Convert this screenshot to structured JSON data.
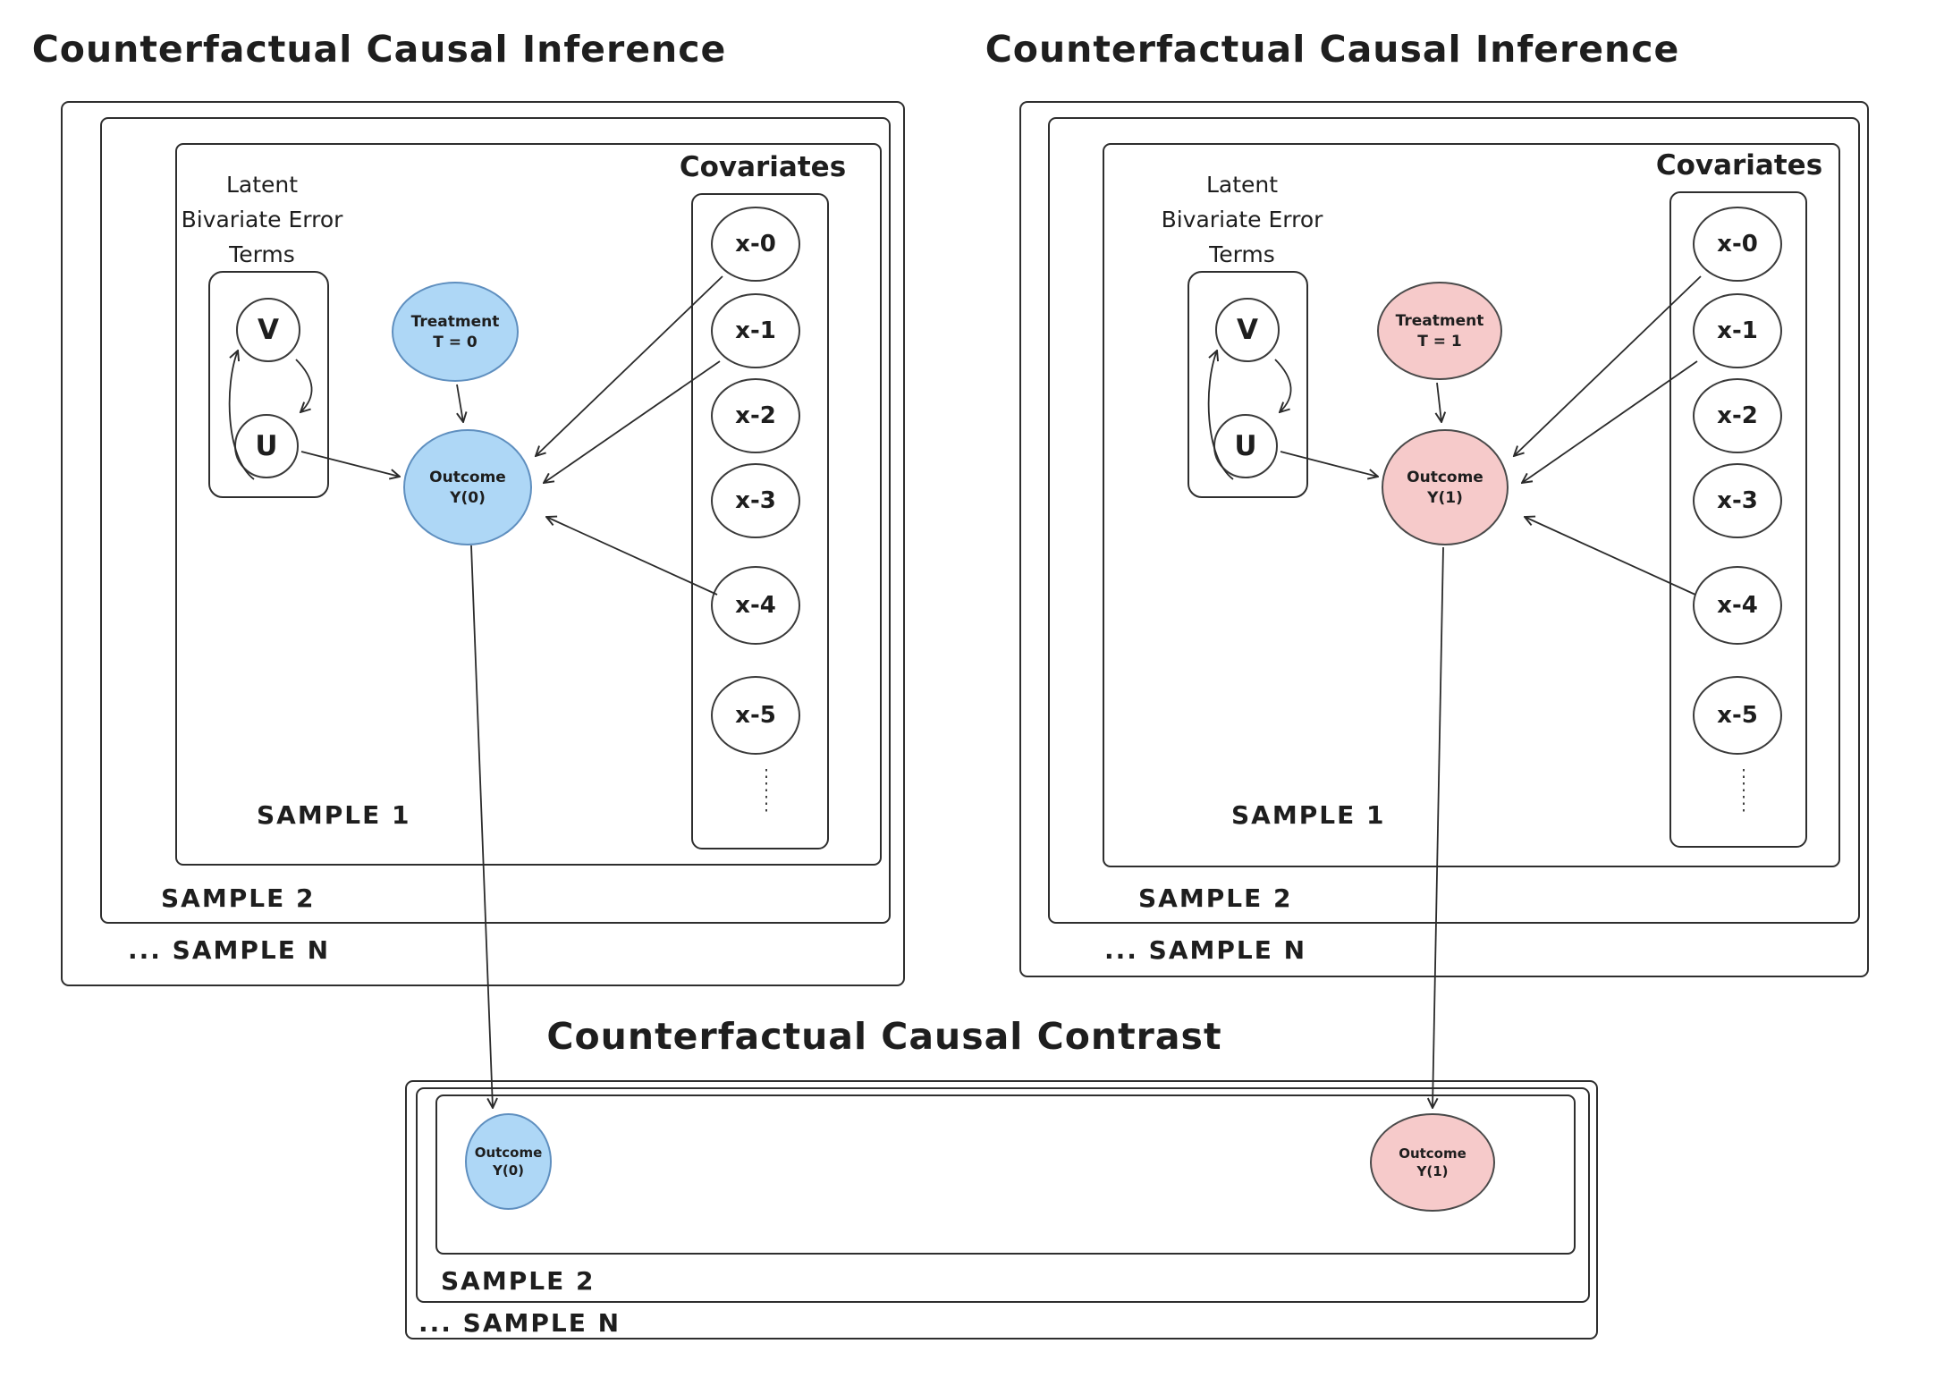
{
  "panels": {
    "left": {
      "title": "Counterfactual Causal Inference",
      "latent_lines": [
        "Latent",
        "Bivariate Error",
        "Terms"
      ],
      "v_label": "V",
      "u_label": "U",
      "treatment": {
        "line1": "Treatment",
        "line2": "T = 0"
      },
      "outcome": {
        "line1": "Outcome",
        "line2": "Y(0)"
      },
      "covariates_label": "Covariates",
      "covariates": [
        "x-0",
        "x-1",
        "x-2",
        "x-3",
        "x-4",
        "x-5"
      ],
      "samples": {
        "inner": "SAMPLE 1",
        "middle": "SAMPLE 2",
        "outer": "... SAMPLE N"
      }
    },
    "right": {
      "title": "Counterfactual Causal Inference",
      "latent_lines": [
        "Latent",
        "Bivariate Error",
        "Terms"
      ],
      "v_label": "V",
      "u_label": "U",
      "treatment": {
        "line1": "Treatment",
        "line2": "T = 1"
      },
      "outcome": {
        "line1": "Outcome",
        "line2": "Y(1)"
      },
      "covariates_label": "Covariates",
      "covariates": [
        "x-0",
        "x-1",
        "x-2",
        "x-3",
        "x-4",
        "x-5"
      ],
      "samples": {
        "inner": "SAMPLE 1",
        "middle": "SAMPLE 2",
        "outer": "... SAMPLE N"
      }
    },
    "bottom": {
      "title": "Counterfactual Causal Contrast",
      "outcome_left": {
        "line1": "Outcome",
        "line2": "Y(0)"
      },
      "outcome_right": {
        "line1": "Outcome",
        "line2": "Y(1)"
      },
      "samples": {
        "middle": "SAMPLE 2",
        "outer": "... SAMPLE N"
      }
    }
  },
  "colors": {
    "control_fill": "#aed7f6",
    "control_stroke": "#5f8fbf",
    "treated_fill": "#f6caca",
    "treated_stroke": "#4a4a4a",
    "line": "#2b2b2b",
    "box_border": "#2e2e2e",
    "text": "#1e1e1e",
    "background": "#ffffff"
  }
}
